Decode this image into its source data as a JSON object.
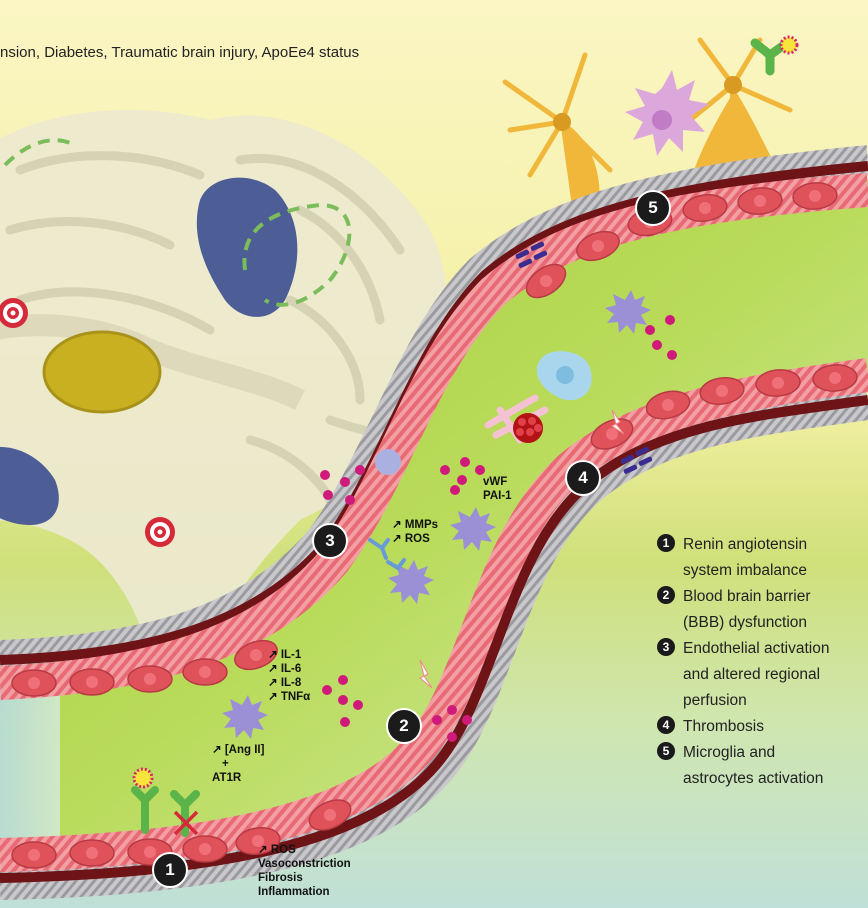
{
  "header": {
    "risk_factors": "nsion, Diabetes, Traumatic brain injury, ApoEe4 status"
  },
  "legend": [
    {
      "num": "1",
      "lines": [
        "Renin angiotensin",
        "system  imbalance"
      ]
    },
    {
      "num": "2",
      "lines": [
        "Blood brain barrier",
        "(BBB) dysfunction"
      ]
    },
    {
      "num": "3",
      "lines": [
        "Endothelial activation",
        "and altered regional",
        "perfusion"
      ]
    },
    {
      "num": "4",
      "lines": [
        "Thrombosis"
      ]
    },
    {
      "num": "5",
      "lines": [
        "Microglia and",
        "astrocytes activation"
      ]
    }
  ],
  "badges": [
    "1",
    "2",
    "3",
    "4",
    "5"
  ],
  "annotations": {
    "ros_effects": [
      "↗ ROS",
      "Vasoconstriction",
      "Fibrosis",
      "Inflammation"
    ],
    "ang": [
      "↗ [Ang II]",
      "+",
      "AT1R"
    ],
    "cytokines": [
      "↗ IL-1",
      "↗ IL-6",
      "↗ IL-8",
      "↗ TNFα"
    ],
    "mmps": [
      "↗ MMPs",
      "↗ ROS"
    ],
    "thrombosis": [
      "vWF",
      "PAI-1"
    ]
  },
  "colors": {
    "vessel_wall": "#6e1416",
    "endothelial": "#e0525a",
    "nucleus": "#f0707a",
    "lumen_top": "#a9d23c",
    "lumen_bottom": "#cfe6a8",
    "microglia": "#9b8fd6",
    "cytokine": "#d01a7a",
    "astrocyte": "#f0b73a",
    "brain": "#ece9cf",
    "brain_region_blue": "#4d5d96",
    "brain_region_yellow": "#c8b021"
  }
}
